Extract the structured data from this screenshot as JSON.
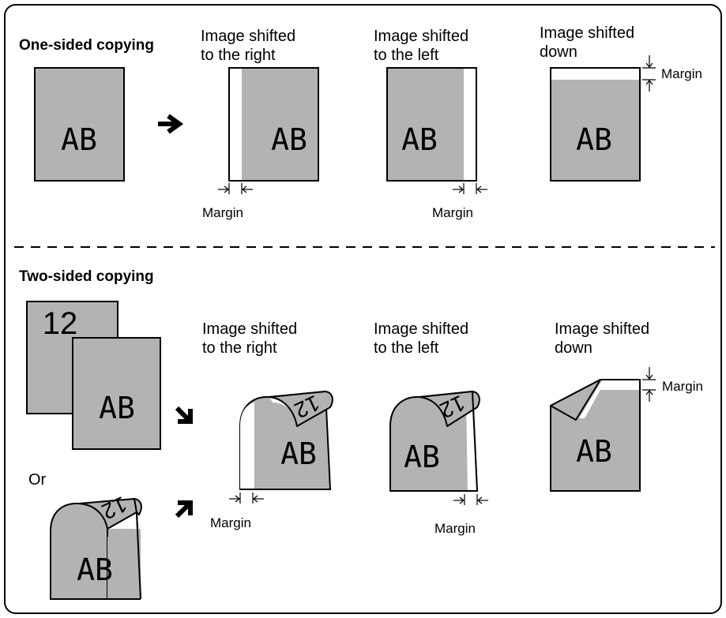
{
  "one_sided": {
    "heading": "One-sided copying",
    "original_text": "AB",
    "right": {
      "line1": "Image shifted",
      "line2": "to the right",
      "margin_label": "Margin",
      "page_text": "AB"
    },
    "left": {
      "line1": "Image shifted",
      "line2": "to the left",
      "margin_label": "Margin",
      "page_text": "AB"
    },
    "down": {
      "line1": "Image shifted",
      "line2": "down",
      "margin_label": "Margin",
      "page_text": "AB"
    }
  },
  "two_sided": {
    "heading": "Two-sided copying",
    "back_page_text": "12",
    "front_page_text": "AB",
    "or_label": "Or",
    "booklet_front_text": "AB",
    "booklet_back_text": "12",
    "right": {
      "line1": "Image shifted",
      "line2": "to the right",
      "margin_label": "Margin",
      "front_text": "AB",
      "back_text": "12"
    },
    "left": {
      "line1": "Image shifted",
      "line2": "to the left",
      "margin_label": "Margin",
      "front_text": "AB",
      "back_text": "12"
    },
    "down": {
      "line1": "Image shifted",
      "line2": "down",
      "margin_label": "Margin",
      "front_text": "AB"
    }
  },
  "colors": {
    "page_gray": "#b3b3b3",
    "outline": "#000000",
    "background": "#ffffff"
  }
}
